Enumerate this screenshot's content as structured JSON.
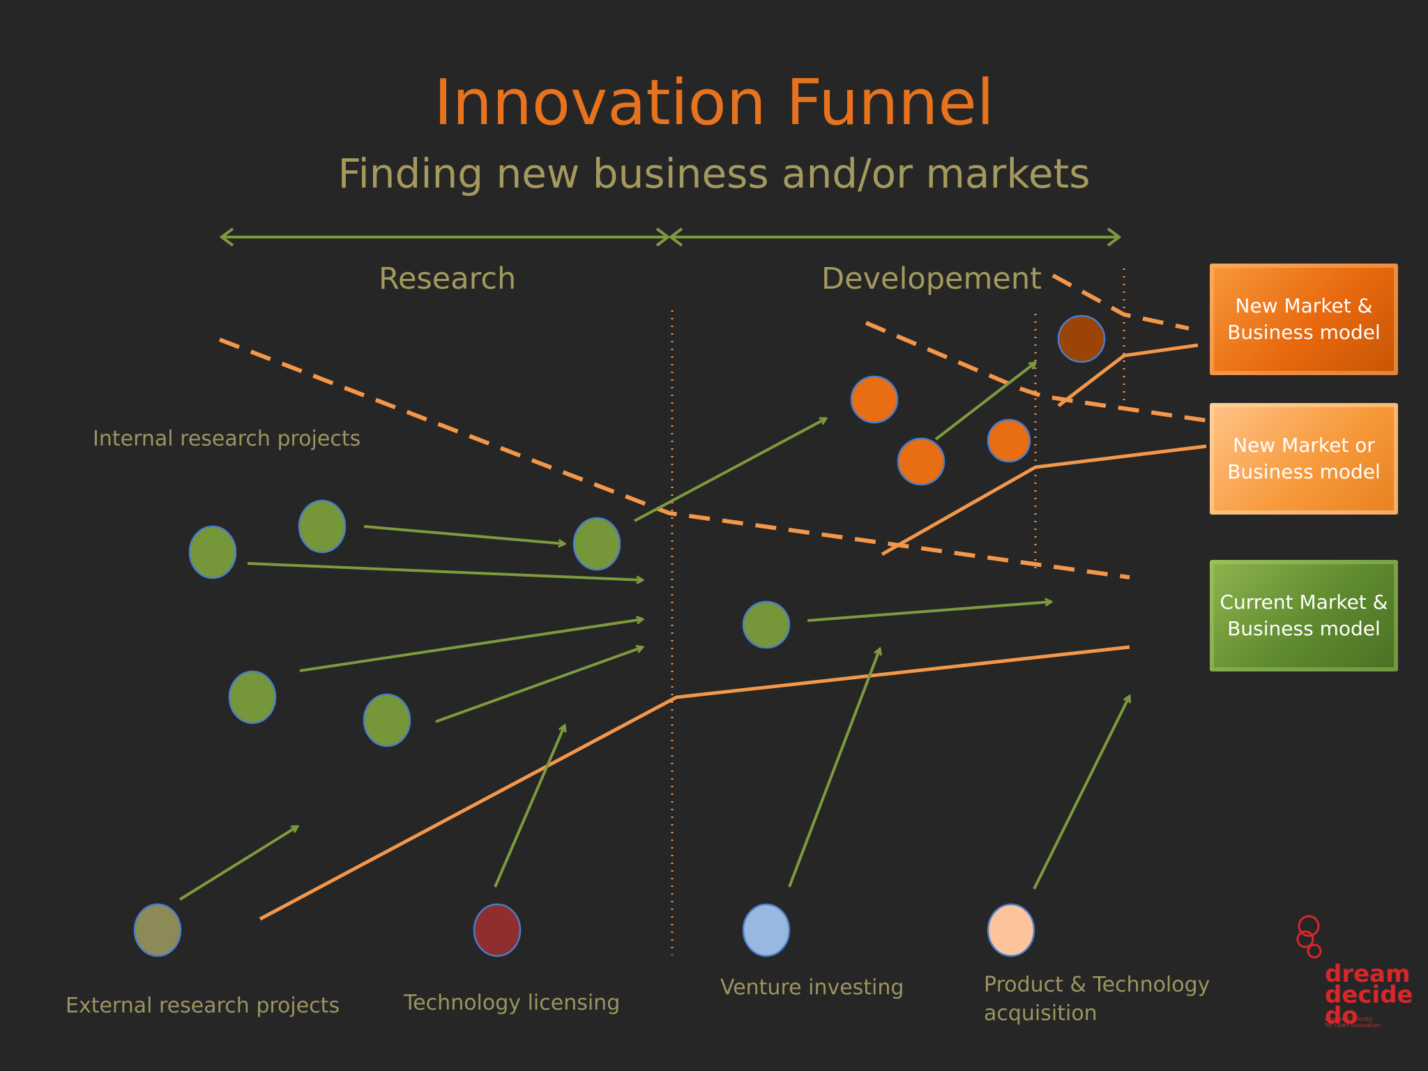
{
  "title": "Innovation Funnel",
  "subtitle": "Finding new business and/or markets",
  "phases": {
    "research": "Research",
    "development": "Developement"
  },
  "labels": {
    "internal": "Internal research projects",
    "external": "External research projects",
    "licensing": "Technology licensing",
    "venture": "Venture investing",
    "acquisition_line1": "Product & Technology",
    "acquisition_line2": "acquisition"
  },
  "outcomes": {
    "new_market_and_model": "New Market &\nBusiness model",
    "new_market_or_model": "New Market or\nBusiness model",
    "current_market_and_model": "Current Market &\nBusiness model"
  },
  "logo": {
    "line1": "dream",
    "line2": "decide",
    "line3": "do",
    "tagline": "Applied Curiosity\nfor Open Innovation"
  },
  "colors": {
    "title": "#e8731e",
    "muted_text": "#a49a5e",
    "arrow_green": "#7e9a3e",
    "funnel_orange": "#f4974a",
    "dot_green": "#76963a",
    "dot_orange": "#e96d12",
    "dot_brown": "#9a4408",
    "dot_olive": "#8e8a58",
    "dot_red": "#8e2e2e",
    "dot_blue": "#99b8e0",
    "dot_peach": "#fcc49c"
  }
}
